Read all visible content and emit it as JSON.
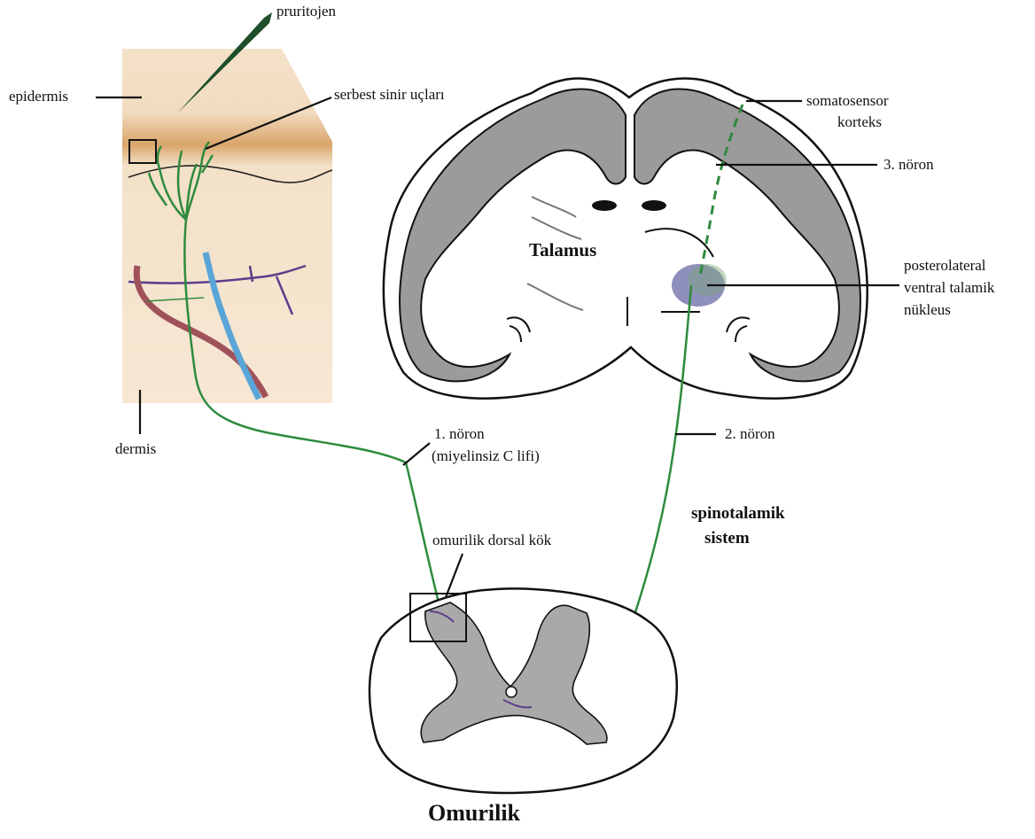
{
  "labels": {
    "pruritogen": "pruritojen",
    "epidermis": "epidermis",
    "free_nerve_endings": "serbest sinir uçları",
    "dermis": "dermis",
    "somatosensory_cortex_line1": "somatosensor",
    "somatosensory_cortex_line2": "korteks",
    "third_neuron": "3. nöron",
    "thalamus": "Talamus",
    "vpl_line1": "posterolateral",
    "vpl_line2": "ventral talamik",
    "vpl_line3": "nükleus",
    "first_neuron_line1": "1. nöron",
    "first_neuron_line2": "(miyelinsiz C lifi)",
    "second_neuron": "2. nöron",
    "spinothalamic_line1": "spinotalamik",
    "spinothalamic_line2": "sistem",
    "dorsal_root": "omurilik dorsal kök",
    "spinal_cord": "Omurilik"
  },
  "colors": {
    "skin_inset": "#f6e4cc",
    "epidermis_band": "#d9a56a",
    "nerve_fiber": "#2e8b3e",
    "blood_vessel_blue": "#5aa5d8",
    "blood_vessel_red": "#a0525a",
    "vessel_purple": "#5a3f8a",
    "gray_matter": "#a9a9a9",
    "thalamic_nucleus": "#6a6aa6"
  }
}
